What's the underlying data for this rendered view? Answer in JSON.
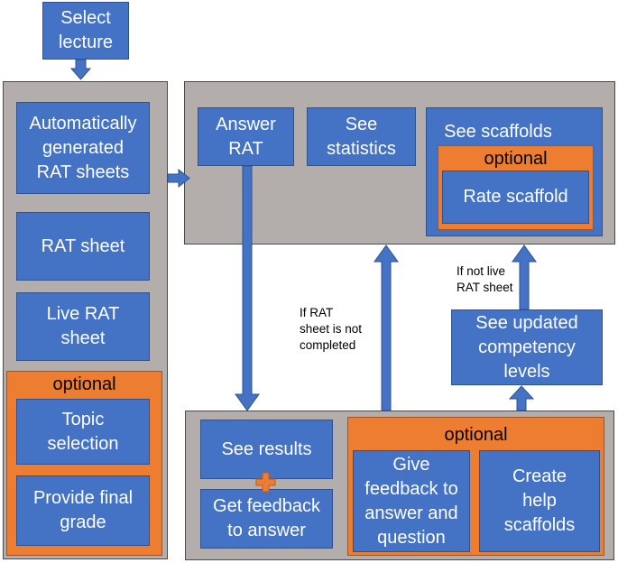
{
  "nodes": {
    "select_lecture": "Select\nlecture",
    "auto_rat_sheets": "Automatically\ngenerated\nRAT sheets",
    "rat_sheet": "RAT sheet",
    "live_rat_sheet": "Live RAT\nsheet",
    "topic_selection": "Topic\nselection",
    "provide_final_grade": "Provide final\ngrade",
    "answer_rat": "Answer\nRAT",
    "see_statistics": "See\nstatistics",
    "see_scaffolds": "See scaffolds",
    "rate_scaffold": "Rate scaffold",
    "see_results": "See results",
    "get_feedback": "Get feedback\nto answer",
    "give_feedback": "Give\nfeedback to\nanswer and\nquestion",
    "create_help_scaffolds": "Create\nhelp\nscaffolds",
    "see_updated_competency": "See updated\ncompetency\nlevels"
  },
  "optional_labels": {
    "left": "optional",
    "scaffolds": "optional",
    "bottom": "optional"
  },
  "edge_labels": {
    "not_completed": "If RAT\nsheet is not\ncompleted",
    "not_live": "If not live\nRAT sheet"
  },
  "colors": {
    "box": "#4472c4",
    "box_border": "#2f528f",
    "panel": "#b3aeab",
    "optional": "#ed7d31",
    "plus": "#ed7d31"
  }
}
